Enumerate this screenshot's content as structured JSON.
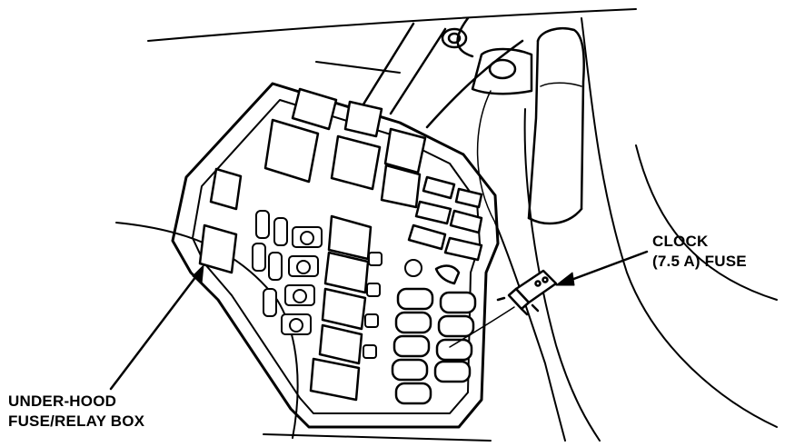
{
  "labels": {
    "fuse_box": {
      "line1": "UNDER-HOOD",
      "line2": "FUSE/RELAY BOX"
    },
    "clock_fuse": {
      "line1": "CLOCK",
      "line2": "(7.5 A) FUSE"
    }
  },
  "colors": {
    "ink": "#000000",
    "paper": "#ffffff"
  }
}
